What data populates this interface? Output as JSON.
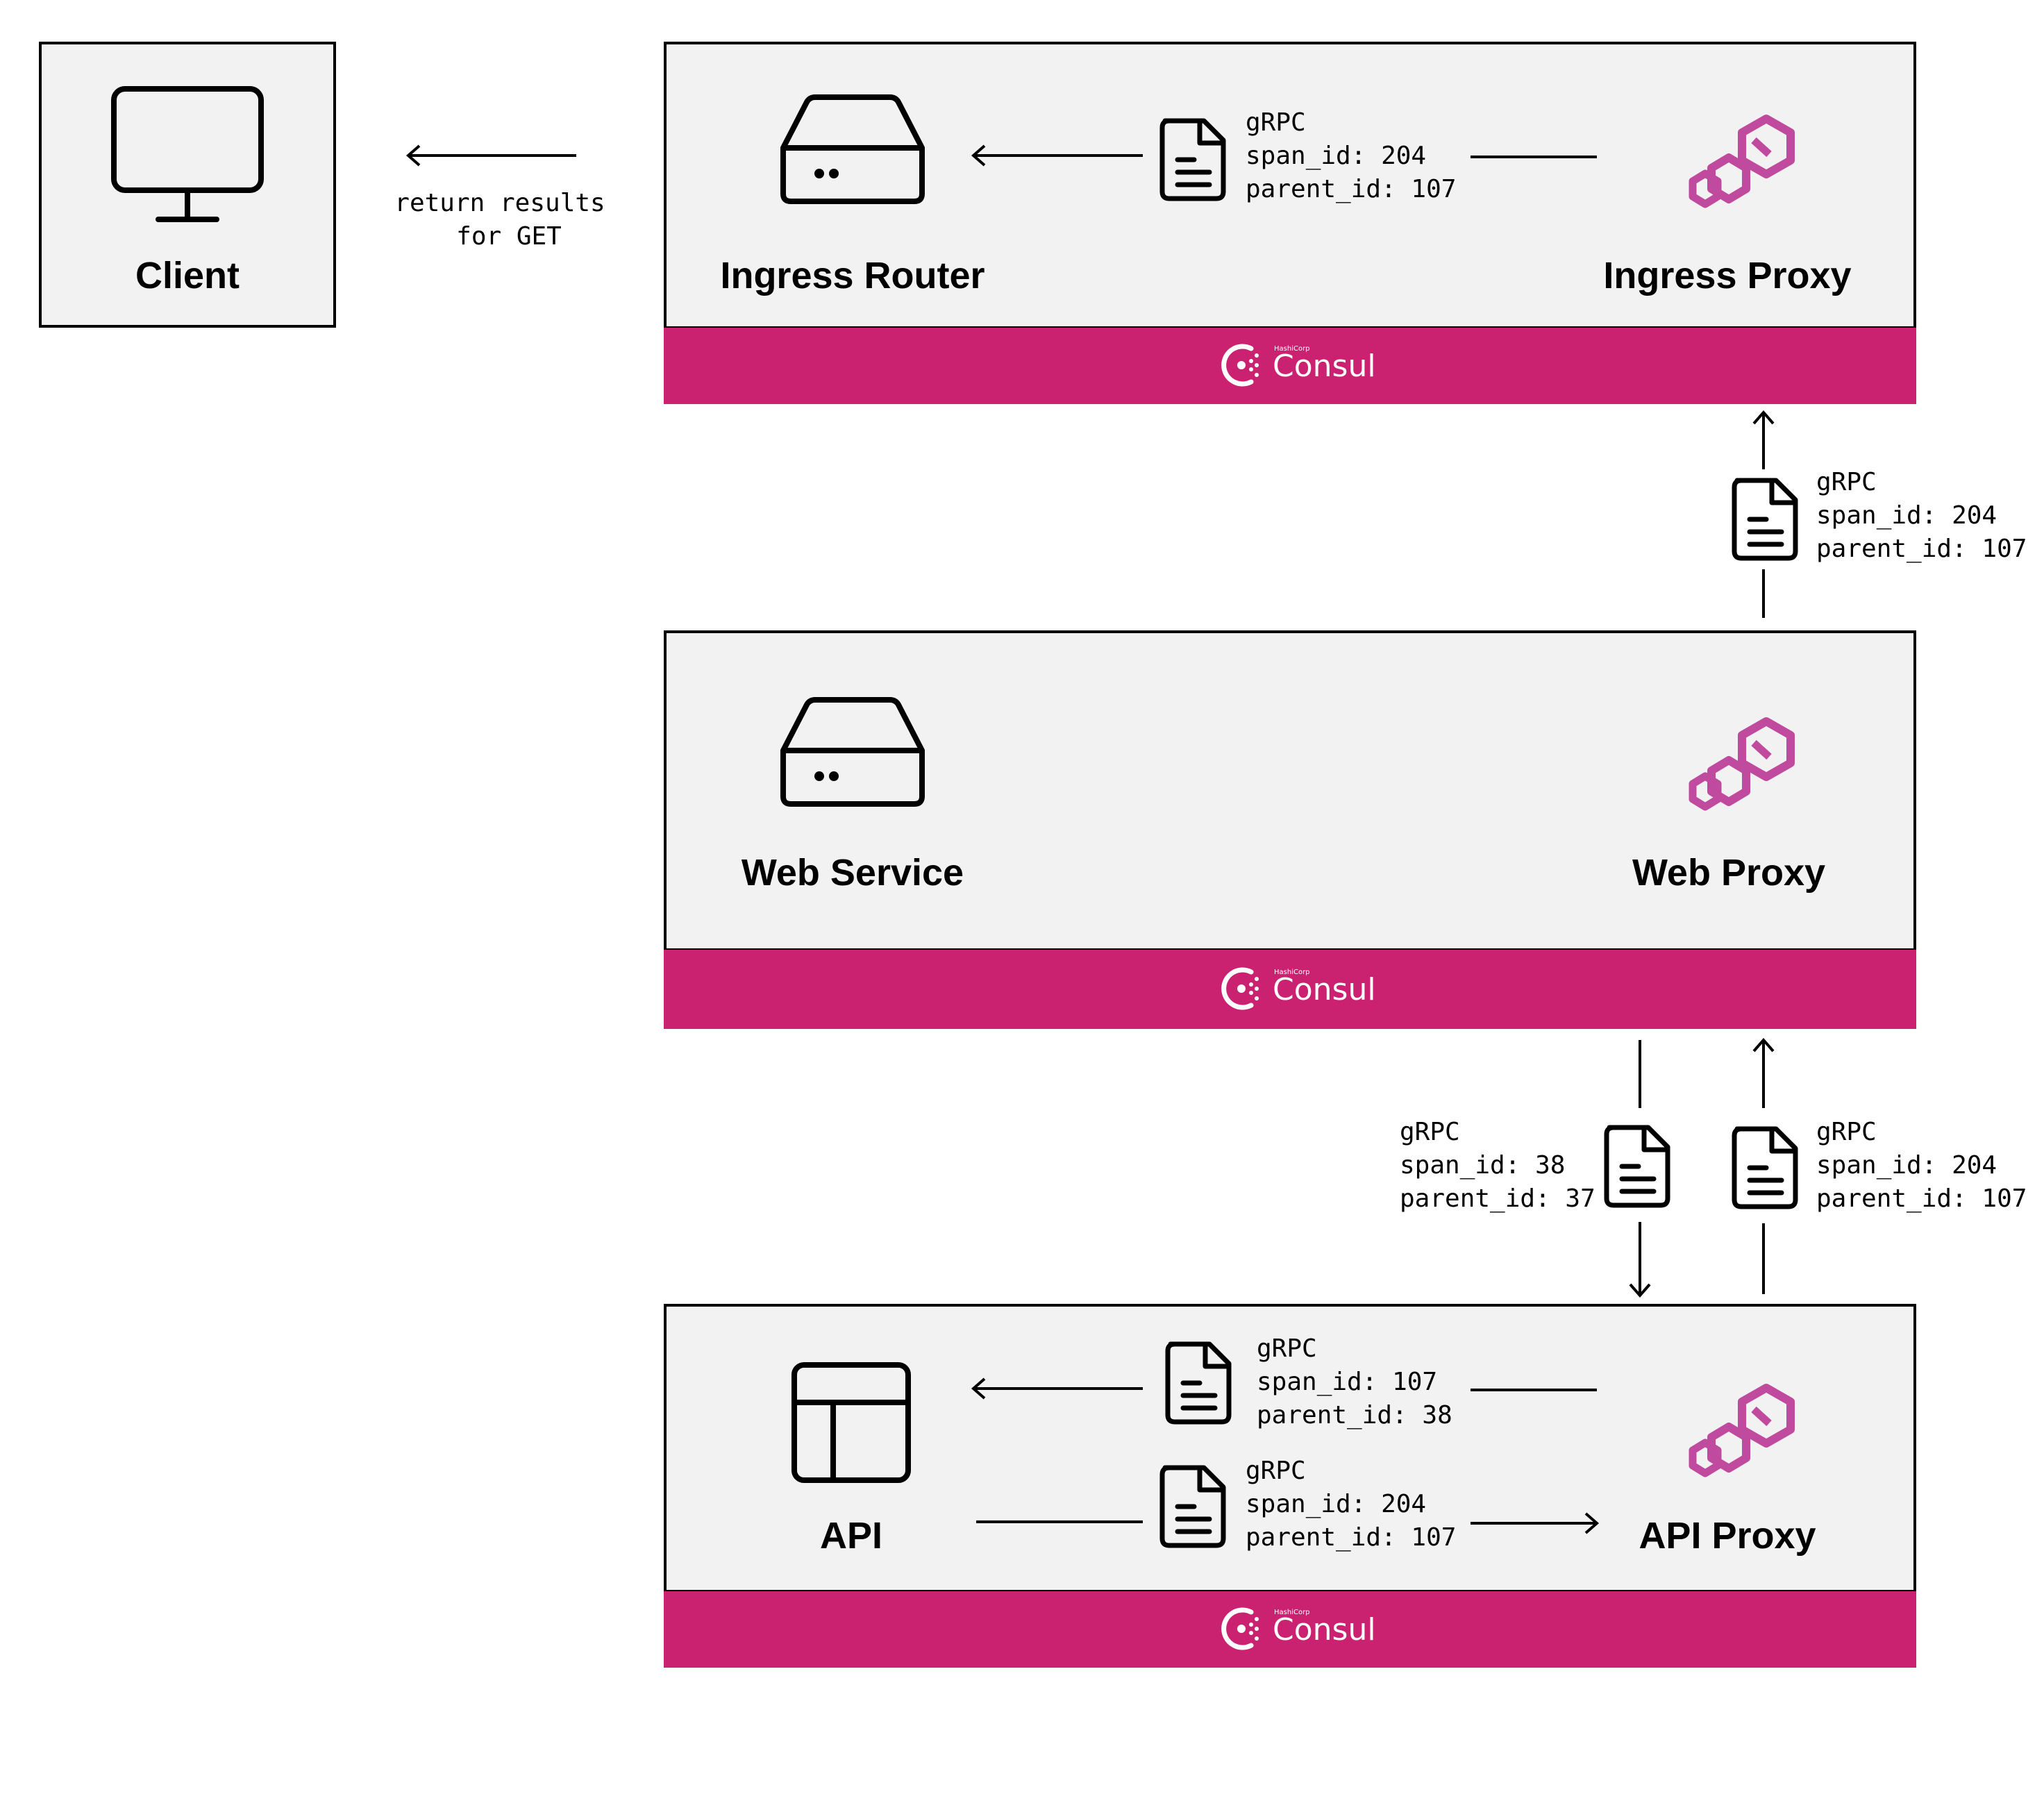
{
  "client": {
    "label": "Client"
  },
  "client_edge": {
    "line1": "return results",
    "line2": "for GET"
  },
  "ingress": {
    "router_label": "Ingress Router",
    "proxy_label": "Ingress Proxy",
    "message": {
      "protocol": "gRPC",
      "span": "span_id: 204",
      "parent": "parent_id: 107"
    }
  },
  "ingress_to_web": {
    "protocol": "gRPC",
    "span": "span_id: 204",
    "parent": "parent_id: 107"
  },
  "web": {
    "service_label": "Web Service",
    "proxy_label": "Web Proxy"
  },
  "web_to_api_down": {
    "protocol": "gRPC",
    "span": "span_id: 38",
    "parent": "parent_id: 37"
  },
  "api_to_web_up": {
    "protocol": "gRPC",
    "span": "span_id: 204",
    "parent": "parent_id: 107"
  },
  "api": {
    "service_label": "API",
    "proxy_label": "API Proxy",
    "message_in": {
      "protocol": "gRPC",
      "span": "span_id: 107",
      "parent": "parent_id: 38"
    },
    "message_out": {
      "protocol": "gRPC",
      "span": "span_id: 204",
      "parent": "parent_id: 107"
    }
  },
  "brand": {
    "name": "Consul",
    "vendor": "HashiCorp"
  },
  "colors": {
    "consul": "#ca2171",
    "envoy": "#c04b9e",
    "panel": "#f2f2f2",
    "stroke": "#000000"
  },
  "icons": {
    "client": "monitor-icon",
    "service": "server-icon",
    "api": "layout-icon",
    "proxy": "envoy-icon",
    "message": "document-icon",
    "brand": "consul-logo"
  }
}
